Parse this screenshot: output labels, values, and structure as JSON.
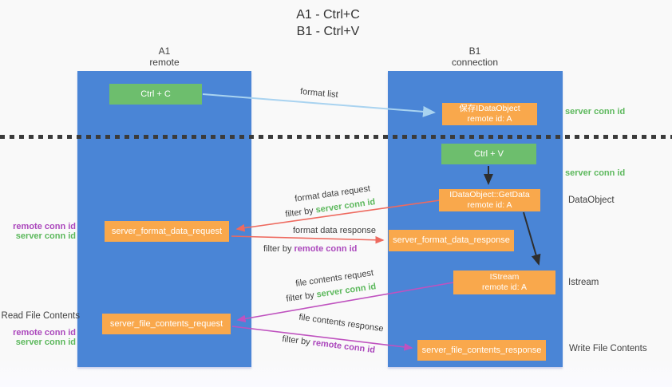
{
  "title": {
    "line1": "A1 - Ctrl+C",
    "line2": "B1 - Ctrl+V"
  },
  "columns": {
    "a1": {
      "name": "A1",
      "subtitle": "remote"
    },
    "b1": {
      "name": "B1",
      "subtitle": "connection"
    }
  },
  "nodes": {
    "ctrl_c": {
      "label": "Ctrl + C"
    },
    "save_idataobject": {
      "line1": "保存IDataObject",
      "line2": "remote id: A"
    },
    "ctrl_v": {
      "label": "Ctrl + V"
    },
    "getdata": {
      "line1": "IDataObject::GetData",
      "line2": "remote id: A"
    },
    "format_request": {
      "label": "server_format_data_request"
    },
    "format_response": {
      "label": "server_format_data_response"
    },
    "istream": {
      "line1": "IStream",
      "line2": "remote id: A"
    },
    "file_request": {
      "label": "server_file_contents_request"
    },
    "file_response": {
      "label": "server_file_contents_response"
    }
  },
  "labels": {
    "filter_by": "filter by",
    "server_conn_id": "server conn id",
    "remote_conn_id": "remote conn id",
    "format_list": "format list",
    "format_data_request": "format data request",
    "format_data_response": "format data response",
    "file_contents_request": "file contents request",
    "file_contents_response": "file contents response",
    "dataobject": "DataObject",
    "istream": "Istream",
    "read_file_contents": "Read File Contents",
    "write_file_contents": "Write File Contents"
  },
  "colors": {
    "column_blue": "#4a85d6",
    "node_green": "#6dbe6d",
    "node_orange": "#f9a84c",
    "conn_id_green": "#5cb85c",
    "conn_id_purple": "#ab47bc",
    "arrow_red": "#ee6a5f",
    "arrow_magenta": "#bf52bf",
    "arrow_lightblue": "#a9d3f0",
    "arrow_black": "#2e2e2e",
    "text_dark": "#3f3f3f"
  }
}
